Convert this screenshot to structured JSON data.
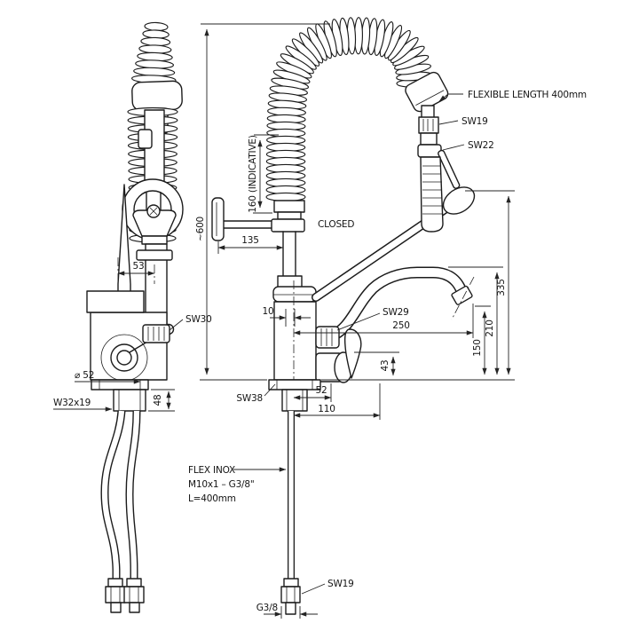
{
  "labels": {
    "flexible_length": "FLEXIBLE LENGTH 400mm",
    "sw19_top": "SW19",
    "sw22": "SW22",
    "closed": "CLOSED",
    "sw30": "SW30",
    "sw29": "SW29",
    "sw38": "SW38",
    "sw19_bottom": "SW19",
    "flex_inox": [
      "FLEX INOX",
      "M10x1 – G3/8\"",
      "L=400mm"
    ],
    "g38_bottom": "G3/8"
  },
  "dimensions": {
    "total_height": "~600",
    "hose_indicative": "160 (INDICATIVE)",
    "bracket_reach": "135",
    "axis_offset": "10",
    "spout_reach": "250",
    "tip_height": "150",
    "spout_height": "210",
    "lever_top_height": "335",
    "outlet_height": "43",
    "outlet_reach": "52",
    "handle_reach": "110",
    "side_offset": "53",
    "flange_diameter": "⌀ 52",
    "base_thread": "W32x19",
    "shank_length": "48"
  },
  "colors": {
    "line": "#1c1c1c",
    "dim": "#242424",
    "background": "#ffffff"
  }
}
